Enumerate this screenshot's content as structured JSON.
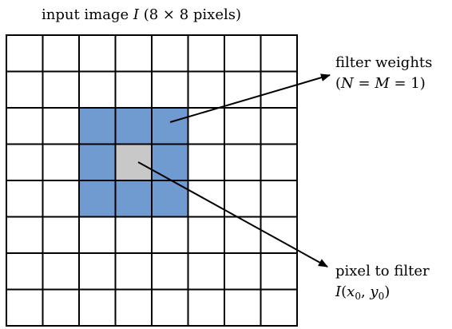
{
  "title": {
    "prefix": "input image ",
    "var": "I",
    "suffix": " (8 × 8 pixels)"
  },
  "grid": {
    "rows": 8,
    "cols": 8,
    "empty_color": "#ffffff",
    "line_color": "#000000"
  },
  "filter_cells": {
    "weight_color": "#6f9bd1",
    "center_color": "#c8c8c8",
    "weights": [
      [
        2,
        2
      ],
      [
        2,
        3
      ],
      [
        2,
        4
      ],
      [
        3,
        2
      ],
      [
        3,
        4
      ],
      [
        4,
        2
      ],
      [
        4,
        3
      ],
      [
        4,
        4
      ]
    ],
    "center": [
      3,
      3
    ]
  },
  "labels": {
    "filter_weights": {
      "line1": "filter weights",
      "line2_open": "(",
      "line2_n": "N",
      "line2_eq1": " = ",
      "line2_m": "M",
      "line2_eq2": " = 1)"
    },
    "pixel_to_filter": {
      "line1": "pixel to filter",
      "line2_i": "I",
      "line2_paren": "(",
      "line2_x": "x",
      "line2_sub0": "0",
      "line2_comma": ", ",
      "line2_y": "y",
      "line2_sub1": "0",
      "line2_close": ")"
    }
  }
}
